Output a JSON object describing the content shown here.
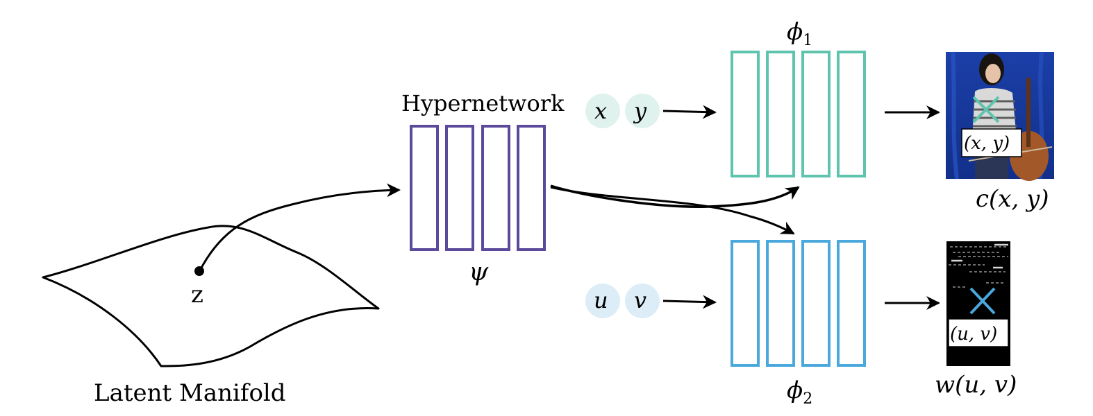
{
  "labels": {
    "latent_manifold": "Latent Manifold",
    "z": "z",
    "hypernetwork": "Hypernetwork",
    "psi": "ψ",
    "phi1_base": "ϕ",
    "phi1_sub": "1",
    "phi2_base": "ϕ",
    "phi2_sub": "2",
    "input_x": "x",
    "input_y": "y",
    "input_u": "u",
    "input_v": "v",
    "color_output": "c(x, y)",
    "weight_output": "w(u, v)",
    "color_point": "(x, y)",
    "weight_point": "(u, v)"
  },
  "colors": {
    "hypernetwork": "#5b4a9b",
    "phi1": "#5ec4ae",
    "phi2": "#4aa8dc",
    "input_circle_xy": "#dff2ee",
    "input_circle_uv": "#dcedf7",
    "ink": "#000000",
    "marker_xy": "#5ec4ae",
    "marker_uv": "#4aa8dc"
  },
  "layers": {
    "hypernetwork_count": 4,
    "phi1_count": 4,
    "phi2_count": 4
  }
}
